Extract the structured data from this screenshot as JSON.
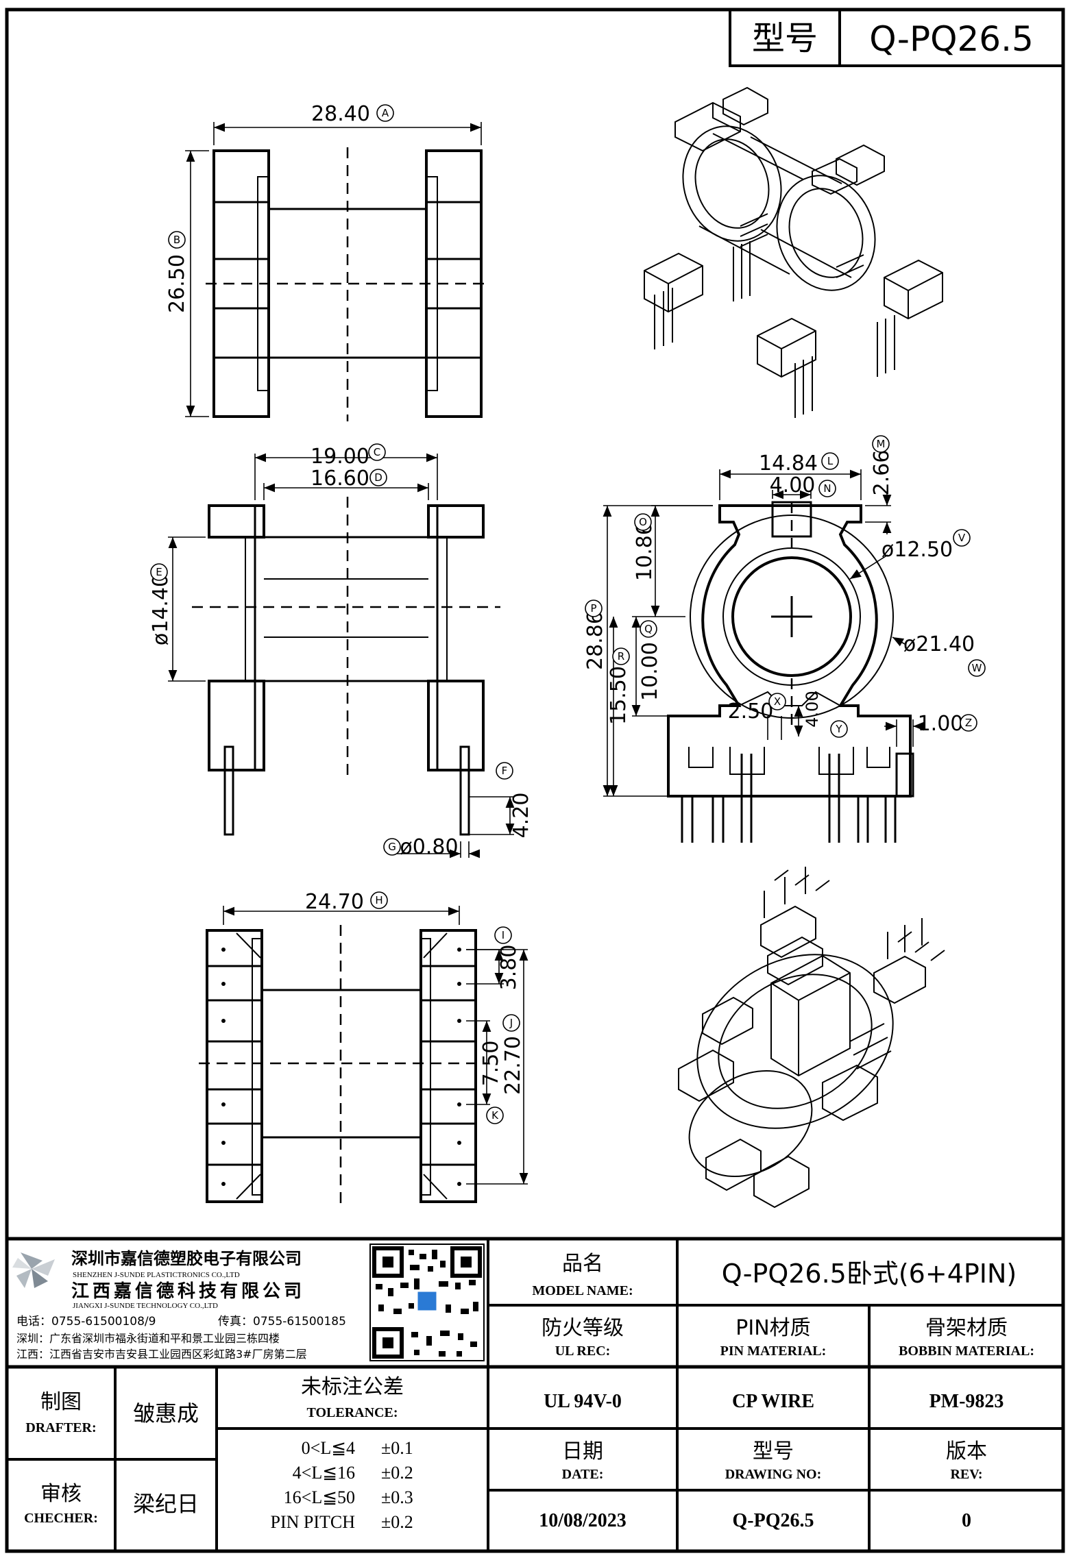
{
  "header": {
    "type_label": "型号",
    "model": "Q-PQ26.5"
  },
  "views": {
    "top": {
      "width": "28.40",
      "width_ref": "A",
      "height": "26.50",
      "height_ref": "B"
    },
    "side": {
      "outer": "19.00",
      "outer_ref": "C",
      "inner": "16.60",
      "inner_ref": "D",
      "diameter": "ø14.40",
      "diameter_ref": "E",
      "pin_len": "4.20",
      "pin_len_ref": "F",
      "pin_dia": "ø0.80",
      "pin_dia_ref": "G"
    },
    "front": {
      "width": "14.84",
      "width_ref": "L",
      "slot": "4.00",
      "slot_ref": "N",
      "top_h": "2.66",
      "top_h_ref": "M",
      "upper_h": "10.86",
      "upper_h_ref": "O",
      "total_h": "28.86",
      "total_h_ref": "P",
      "mid_h": "10.00",
      "mid_h_ref": "Q",
      "lower_h": "15.50",
      "lower_h_ref": "R",
      "bore": "ø12.50",
      "bore_ref": "V",
      "outer_dia": "ø21.40",
      "outer_dia_ref": "W",
      "notch": "2.50",
      "notch_ref": "X",
      "notch_h": "4.00",
      "notch_h_ref": "Y",
      "rib": "1.00",
      "rib_ref": "Z"
    },
    "bottom": {
      "width": "24.70",
      "width_ref": "H",
      "pitch1": "3.80",
      "pitch1_ref": "I",
      "pitch2": "7.50",
      "pitch2_ref": "K",
      "span": "22.70",
      "span_ref": "J"
    }
  },
  "company": {
    "name_cn": "深圳市嘉信德塑胶电子有限公司",
    "name_en": "SHENZHEN J-SUNDE PLASTICTRONICS CO.,LTD",
    "name2_cn": "江西嘉信德科技有限公司",
    "name2_en": "JIANGXI J-SUNDE TECHNOLOGY CO.,LTD",
    "phone": "电话：0755-61500108/9",
    "fax": "传真：0755-61500185",
    "addr_sz": "深圳：广东省深圳市福永街道和平和景工业园三栋四楼",
    "addr_jx": "江西：江西省吉安市吉安县工业园西区彩虹路3#厂房第二层"
  },
  "title_block": {
    "model_name_cn": "品名",
    "model_name_en": "MODEL NAME:",
    "model_name_value": "Q-PQ26.5卧式(6+4PIN)",
    "ul_cn": "防火等级",
    "ul_en": "UL REC:",
    "ul_value": "UL 94V-0",
    "pin_cn": "PIN材质",
    "pin_en": "PIN MATERIAL:",
    "pin_value": "CP WIRE",
    "bobbin_cn": "骨架材质",
    "bobbin_en": "BOBBIN MATERIAL:",
    "bobbin_value": "PM-9823",
    "drafter_cn": "制图",
    "drafter_en": "DRAFTER:",
    "drafter_name": "皱惠成",
    "checker_cn": "审核",
    "checker_en": "CHECHER:",
    "checker_name": "梁纪日",
    "tolerance_cn": "未标注公差",
    "tolerance_en": "TOLERANCE:",
    "tolerances": [
      {
        "range": "0<L≦4",
        "value": "±0.1"
      },
      {
        "range": "4<L≦16",
        "value": "±0.2"
      },
      {
        "range": "16<L≦50",
        "value": "±0.3"
      },
      {
        "range": "PIN PITCH",
        "value": "±0.2"
      }
    ],
    "date_cn": "日期",
    "date_en": "DATE:",
    "date_value": "10/08/2023",
    "dwg_cn": "型号",
    "dwg_en": "DRAWING NO:",
    "dwg_value": "Q-PQ26.5",
    "rev_cn": "版本",
    "rev_en": "REV:",
    "rev_value": "0"
  }
}
